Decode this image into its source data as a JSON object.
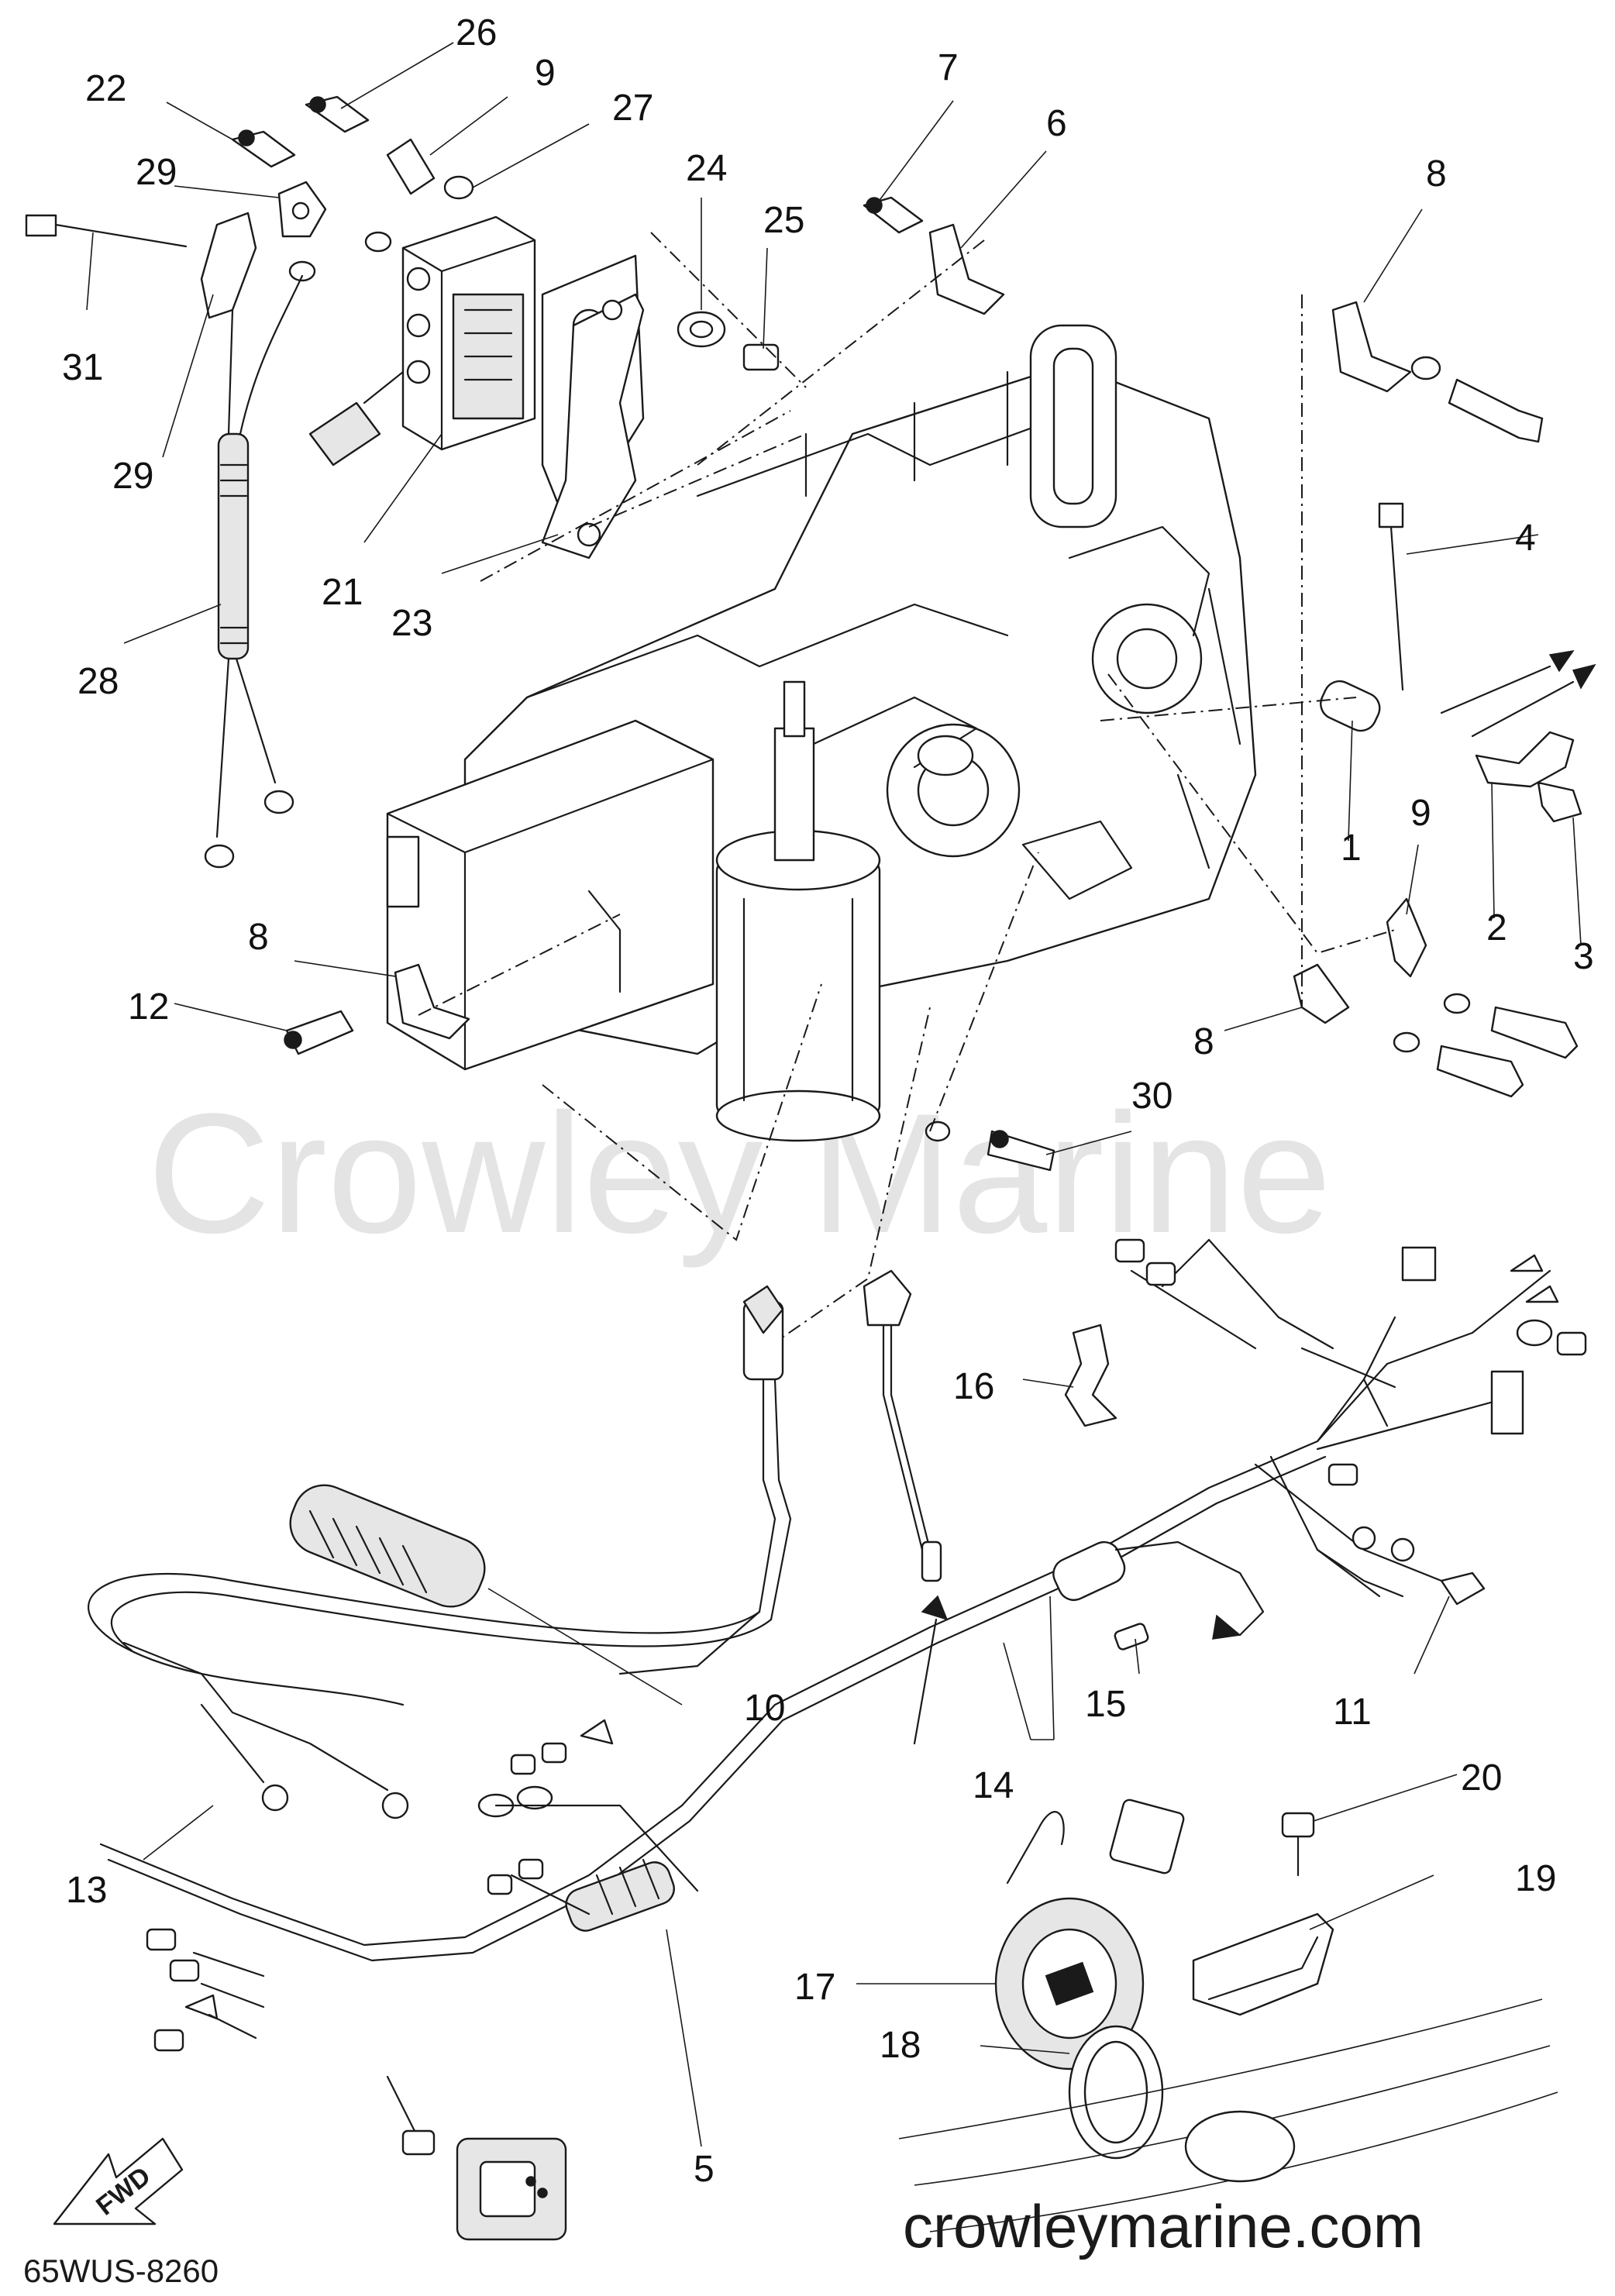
{
  "diagram": {
    "watermark": "Crowley Marine",
    "site_text": "crowleymarine.com",
    "drawing_code": "65WUS-8260",
    "direction_label": "FWD",
    "callouts": [
      {
        "id": "c26",
        "label": "26"
      },
      {
        "id": "c9a",
        "label": "9"
      },
      {
        "id": "c22",
        "label": "22"
      },
      {
        "id": "c27",
        "label": "27"
      },
      {
        "id": "c29a",
        "label": "29"
      },
      {
        "id": "c24",
        "label": "24"
      },
      {
        "id": "c7",
        "label": "7"
      },
      {
        "id": "c6",
        "label": "6"
      },
      {
        "id": "c25",
        "label": "25"
      },
      {
        "id": "c8a",
        "label": "8"
      },
      {
        "id": "c31",
        "label": "31"
      },
      {
        "id": "c29b",
        "label": "29"
      },
      {
        "id": "c21",
        "label": "21"
      },
      {
        "id": "c23",
        "label": "23"
      },
      {
        "id": "c4",
        "label": "4"
      },
      {
        "id": "c28",
        "label": "28"
      },
      {
        "id": "c1",
        "label": "1"
      },
      {
        "id": "c2",
        "label": "2"
      },
      {
        "id": "c3",
        "label": "3"
      },
      {
        "id": "c9b",
        "label": "9"
      },
      {
        "id": "c8b",
        "label": "8"
      },
      {
        "id": "c12",
        "label": "12"
      },
      {
        "id": "c8c",
        "label": "8"
      },
      {
        "id": "c30",
        "label": "30"
      },
      {
        "id": "c16",
        "label": "16"
      },
      {
        "id": "c10",
        "label": "10"
      },
      {
        "id": "c15",
        "label": "15"
      },
      {
        "id": "c11",
        "label": "11"
      },
      {
        "id": "c14",
        "label": "14"
      },
      {
        "id": "c13",
        "label": "13"
      },
      {
        "id": "c20",
        "label": "20"
      },
      {
        "id": "c19",
        "label": "19"
      },
      {
        "id": "c17",
        "label": "17"
      },
      {
        "id": "c18",
        "label": "18"
      },
      {
        "id": "c5",
        "label": "5"
      }
    ]
  }
}
